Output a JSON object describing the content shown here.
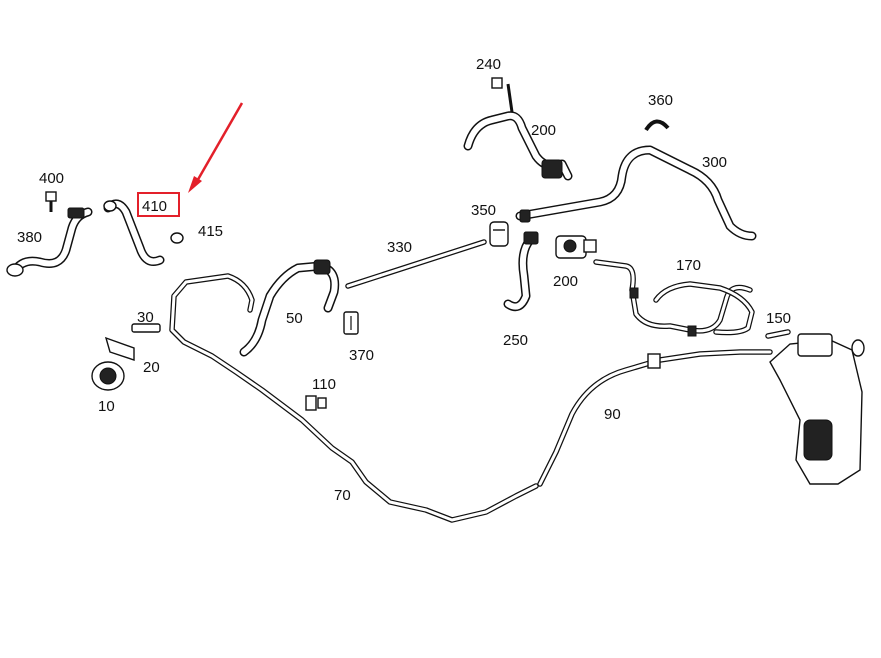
{
  "diagram": {
    "labels": [
      {
        "id": "p240",
        "text": "240"
      },
      {
        "id": "p360",
        "text": "360"
      },
      {
        "id": "p200a",
        "text": "200"
      },
      {
        "id": "p300",
        "text": "300"
      },
      {
        "id": "p400",
        "text": "400"
      },
      {
        "id": "p410",
        "text": "410"
      },
      {
        "id": "p415",
        "text": "415"
      },
      {
        "id": "p380",
        "text": "380"
      },
      {
        "id": "p350",
        "text": "350"
      },
      {
        "id": "p330",
        "text": "330"
      },
      {
        "id": "p200b",
        "text": "200"
      },
      {
        "id": "p170",
        "text": "170"
      },
      {
        "id": "p30",
        "text": "30"
      },
      {
        "id": "p50",
        "text": "50"
      },
      {
        "id": "p250",
        "text": "250"
      },
      {
        "id": "p150",
        "text": "150"
      },
      {
        "id": "p20",
        "text": "20"
      },
      {
        "id": "p370",
        "text": "370"
      },
      {
        "id": "p110",
        "text": "110"
      },
      {
        "id": "p10",
        "text": "10"
      },
      {
        "id": "p90",
        "text": "90"
      },
      {
        "id": "p70",
        "text": "70"
      }
    ],
    "highlight_color": "#e3202a",
    "line_color": "#111111"
  }
}
